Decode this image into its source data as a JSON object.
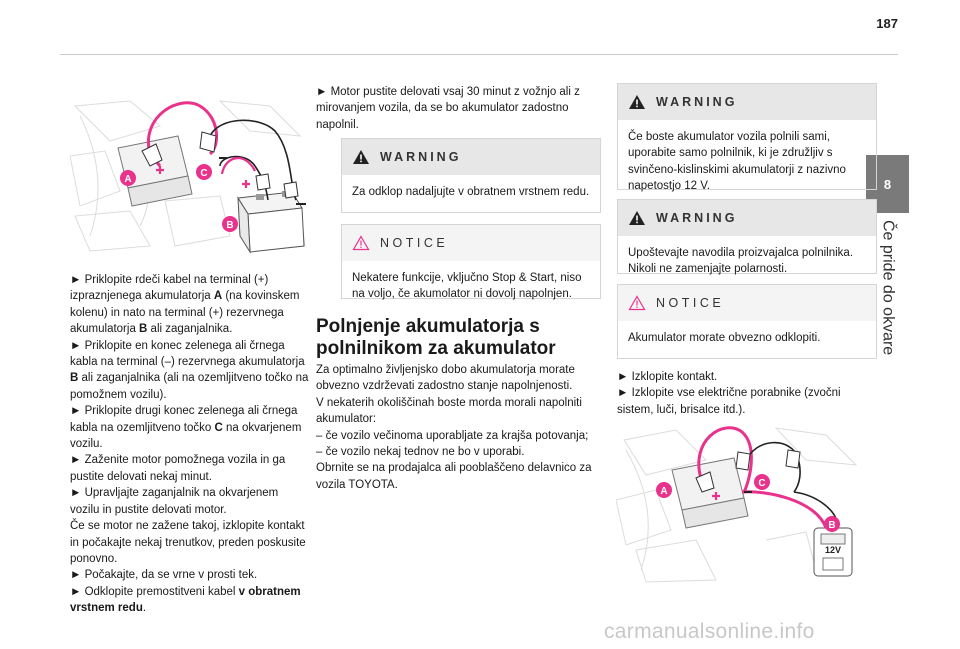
{
  "header": {
    "page_number": "187"
  },
  "side_tab": {
    "number": "8",
    "title": "Če pride do okvare"
  },
  "illustration_1": {
    "label_a": "A",
    "label_b": "B",
    "label_c": "C"
  },
  "illustration_2": {
    "label_a": "A",
    "label_b": "B",
    "label_c": "C",
    "charger_voltage": "12V"
  },
  "left_column": {
    "p1_a": "► Priklopite rdeči kabel na terminal (+) izpraznjenega akumulatorja ",
    "p1_b": "A",
    "p1_c": " (na kovinskem kolenu) in nato na terminal (+) rezervnega akumulatorja ",
    "p1_d": "B",
    "p1_e": " ali zaganjalnika.",
    "p2_a": "► Priklopite en konec zelenega ali črnega kabla na terminal (–) rezervnega akumulatorja ",
    "p2_b": "B",
    "p2_c": " ali zaganjalnika (ali na ozemljitveno točko na pomožnem vozilu).",
    "p3_a": "► Priklopite drugi konec zelenega ali črnega kabla na ozemljitveno točko ",
    "p3_b": "C",
    "p3_c": " na okvarjenem vozilu.",
    "p4": "► Zaženite motor pomožnega vozila in ga pustite delovati nekaj minut.",
    "p5": "► Upravljajte zaganjalnik na okvarjenem vozilu in pustite delovati motor.",
    "p6": "Če se motor ne zažene takoj, izklopite kontakt in počakajte nekaj trenutkov, preden poskusite ponovno.",
    "p7": "► Počakajte, da se vrne v prosti tek.",
    "p8_a": "► Odklopite premostitveni kabel ",
    "p8_b": "v obratnem vrstnem redu",
    "p8_c": "."
  },
  "middle_column": {
    "intro": "► Motor pustite delovati vsaj 30 minut z vožnjo ali z mirovanjem vozila, da se bo akumulator zadostno napolnil.",
    "warning_1": {
      "title": "WARNING",
      "text": "Za odklop nadaljujte v obratnem vrstnem redu."
    },
    "notice_1": {
      "title": "NOTICE",
      "text": "Nekatere funkcije, vključno Stop & Start, niso na voljo, če akumolator ni dovolj napolnjen."
    },
    "section_title": "Polnjenje akumulatorja s polnilnikom za akumulator",
    "p1": "Za optimalno življenjsko dobo akumulatorja morate obvezno vzdrževati zadostno stanje napolnjenosti.",
    "p2": "V nekaterih okoliščinah boste morda morali napolniti akumulator:",
    "p3": "– če vozilo večinoma uporabljate za krajša potovanja;",
    "p4": "– če vozilo nekaj tednov ne bo v uporabi.",
    "p5": "Obrnite se na prodajalca ali pooblaščeno delavnico za vozila TOYOTA."
  },
  "right_column": {
    "warning_2": {
      "title": "WARNING",
      "text": "Če boste akumulator vozila polnili sami, uporabite samo polnilnik, ki je združljiv s svinčeno-kislinskimi akumulatorji z nazivno napetostjo 12 V."
    },
    "warning_3": {
      "title": "WARNING",
      "text": "Upoštevajte navodila proizvajalca polnilnika. Nikoli ne zamenjajte polarnosti."
    },
    "notice_2": {
      "title": "NOTICE",
      "text": "Akumulator morate obvezno odklopiti."
    },
    "step1": "► Izklopite kontakt.",
    "step2": "► Izklopite vse električne porabnike (zvočni sistem, luči, brisalce itd.)."
  },
  "watermark": "carmanualsonline.info",
  "colors": {
    "cable_red": "#e8328c",
    "label_circle": "#e8328c",
    "side_tab": "#7a7a7a"
  }
}
